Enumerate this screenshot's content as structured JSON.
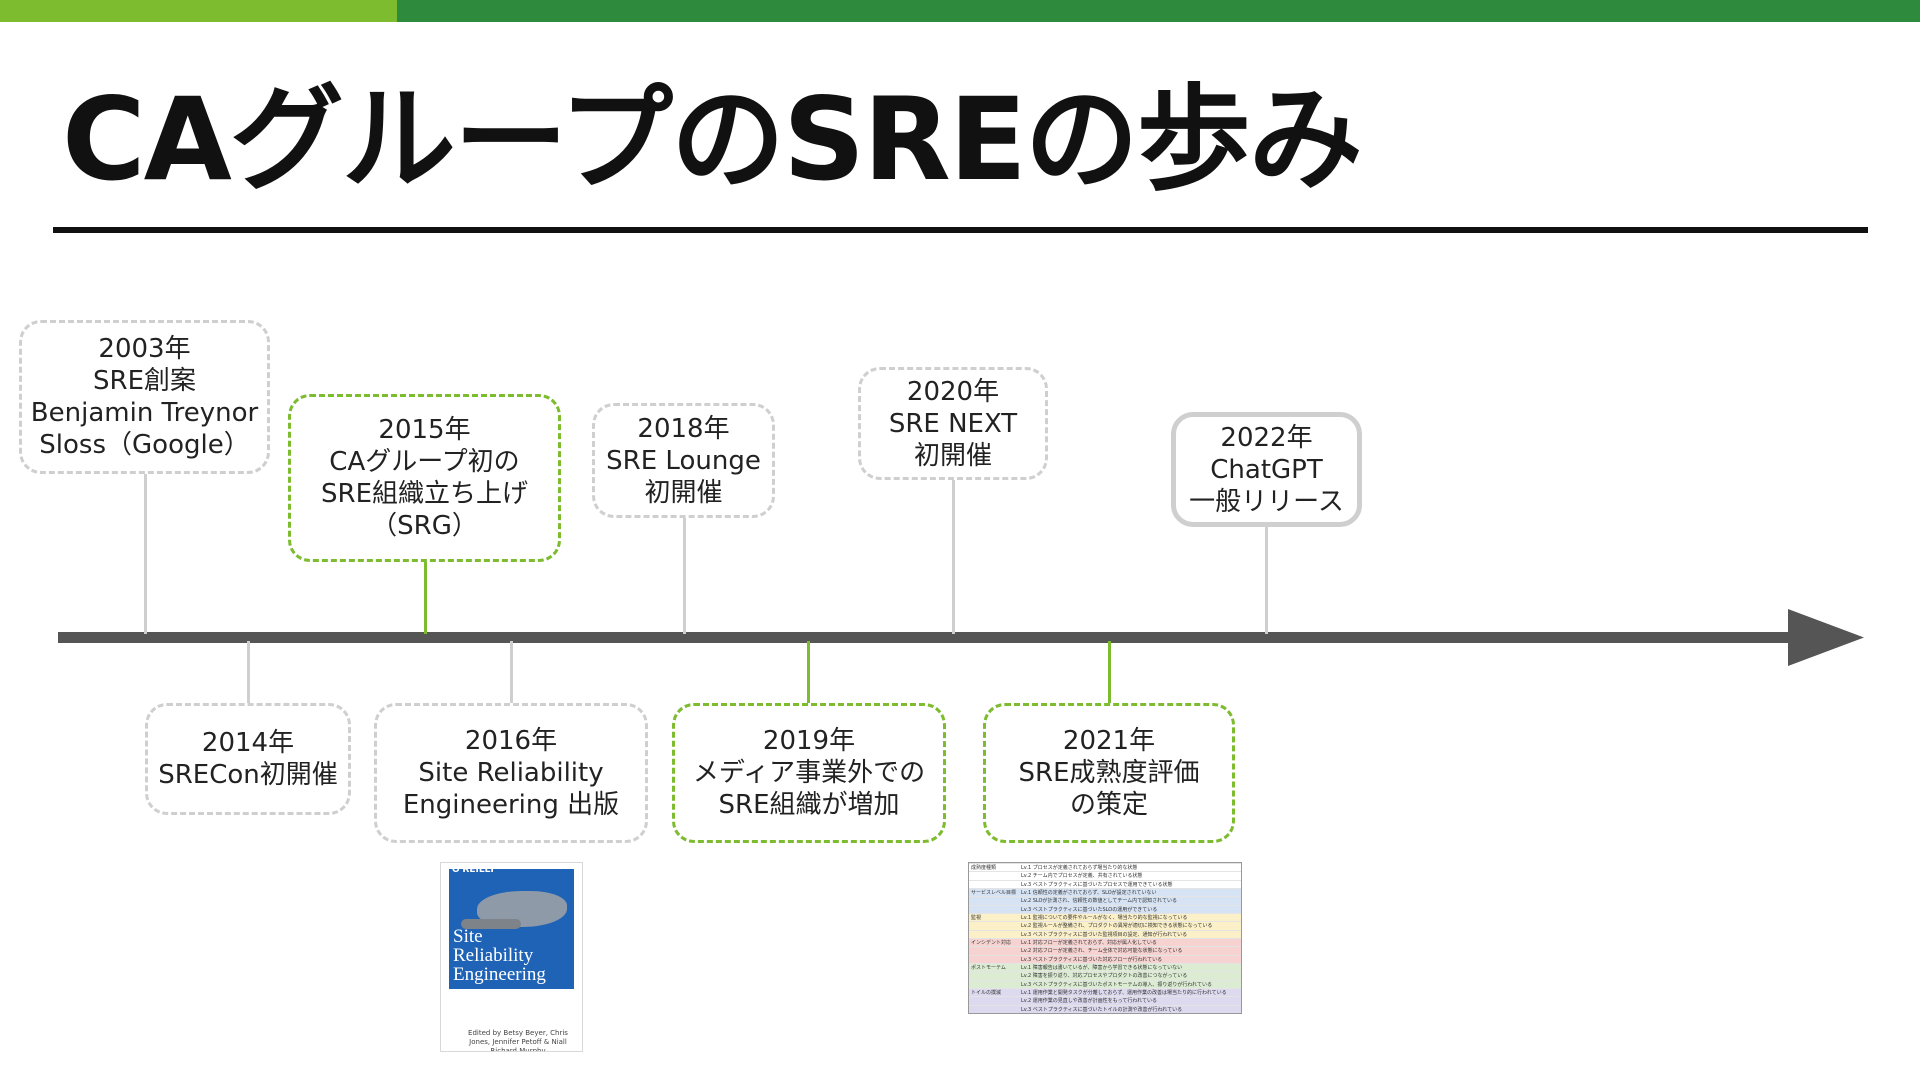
{
  "slide": {
    "title": "CAグループのSREの歩み"
  },
  "colors": {
    "accent_green": "#7dbb2f",
    "dark_green": "#2e8b3e",
    "axis_gray": "#555555",
    "box_gray": "#cfcfcf"
  },
  "events": {
    "e2003": {
      "lines": [
        "2003年",
        "SRE創案",
        "Benjamin Treynor",
        "Sloss（Google）"
      ]
    },
    "e2014": {
      "lines": [
        "2014年",
        "SRECon初開催"
      ]
    },
    "e2015": {
      "lines": [
        "2015年",
        "CAグループ初の",
        "SRE組織立ち上げ",
        "（SRG）"
      ]
    },
    "e2016": {
      "lines": [
        "2016年",
        "Site Reliability",
        "Engineering 出版"
      ]
    },
    "e2018": {
      "lines": [
        "2018年",
        "SRE Lounge",
        "初開催"
      ]
    },
    "e2019": {
      "lines": [
        "2019年",
        "メディア事業外での",
        "SRE組織が増加"
      ]
    },
    "e2020": {
      "lines": [
        "2020年",
        "SRE NEXT",
        "初開催"
      ]
    },
    "e2021": {
      "lines": [
        "2021年",
        "SRE成熟度評価",
        "の策定"
      ]
    },
    "e2022": {
      "lines": [
        "2022年",
        "ChatGPT",
        "一般リリース"
      ]
    }
  },
  "book": {
    "publisher": "O'REILLY",
    "title_lines": [
      "Site",
      "Reliability",
      "Engineering"
    ],
    "authors": "Edited by Betsy Beyer, Chris Jones, Jennifer Petoff & Niall Richard Murphy"
  },
  "maturity_table": {
    "rows": [
      {
        "cat": "成熟度種類",
        "text": "Lv.1 プロセスが定義されておらず場当たり的な状態"
      },
      {
        "cat": "",
        "text": "Lv.2 チーム内でプロセスが定義、共有されている状態"
      },
      {
        "cat": "",
        "text": "Lv.3 ベストプラクティスに基づいたプロセスで運用できている状態"
      },
      {
        "cat": "サービスレベル目標",
        "text": "Lv.1 信頼性の定義がされておらず、SLOが設定されていない"
      },
      {
        "cat": "",
        "text": "Lv.2 SLOが計測され、信頼性の数値としてチーム内で認知されている"
      },
      {
        "cat": "",
        "text": "Lv.3 ベストプラクティスに基づいたSLOの運用ができている"
      },
      {
        "cat": "監視",
        "text": "Lv.1 監視についての要件やルールがなく、場当たり的な監視になっている"
      },
      {
        "cat": "",
        "text": "Lv.2 監視ルールが整備され、プロダクトの異常が適切に検知できる状態になっている"
      },
      {
        "cat": "",
        "text": "Lv.3 ベストプラクティスに基づいた監視項目の設定、通知が行われている"
      },
      {
        "cat": "インシデント対応",
        "text": "Lv.1 対応フローが定義されておらず、対応が属人化している"
      },
      {
        "cat": "",
        "text": "Lv.2 対応フローが定義され、チーム全体で対応可能な状態になっている"
      },
      {
        "cat": "",
        "text": "Lv.3 ベストプラクティスに基づいた対応フローが行われている"
      },
      {
        "cat": "ポストモーテム",
        "text": "Lv.1 障害報告は書いているが、障害から学習できる状態になっていない"
      },
      {
        "cat": "",
        "text": "Lv.2 障害を振り返り、対応プロセスやプロダクトの改善につながっている"
      },
      {
        "cat": "",
        "text": "Lv.3 ベストプラクティスに基づいたポストモーテムの導入、振り返りが行われている"
      },
      {
        "cat": "トイルの撲滅",
        "text": "Lv.1 運用作業と開発タスクが分離しておらず、運用作業の改善は場当たり的に行われている"
      },
      {
        "cat": "",
        "text": "Lv.2 運用作業の見直しや改善が計画性をもって行われている"
      },
      {
        "cat": "",
        "text": "Lv.3 ベストプラクティスに基づいたトイルの計測や改善が行われている"
      }
    ],
    "row_colors": [
      "#ffffff",
      "#ffffff",
      "#ffffff",
      "#d6e3f5",
      "#d6e3f5",
      "#d6e3f5",
      "#fbf0c8",
      "#fbf0c8",
      "#fbf0c8",
      "#f6d3d0",
      "#f6d3d0",
      "#f6d3d0",
      "#dcecd3",
      "#dcecd3",
      "#dcecd3",
      "#ddd9ee",
      "#ddd9ee",
      "#ddd9ee"
    ]
  }
}
